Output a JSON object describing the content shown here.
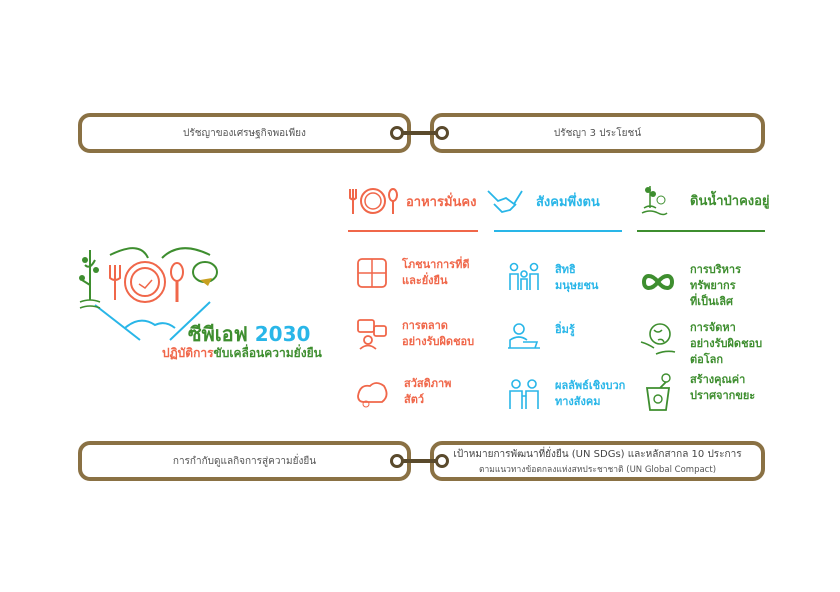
{
  "top": {
    "left": "ปรัชญาของเศรษฐกิจพอเพียง",
    "right": "ปรัชญา 3 ประโยชน์"
  },
  "bottom": {
    "left": "การกำกับดูแลกิจการสู่ความยั่งยืน",
    "right_line1": "เป้าหมายการพัฒนาที่ยั่งยืน (UN SDGs) และหลักสากล 10 ประการ",
    "right_line2": "ตามแนวทางข้อตกลงแห่งสหประชาชาติ  (UN Global Compact)"
  },
  "logo": {
    "title_th": "ซีพีเอฟ",
    "title_year": "2030",
    "sub_orange": "ปฏิบัติการ",
    "sub_green": "ขับเคลื่อนความยั่งยืน"
  },
  "colors": {
    "food": "#f0674a",
    "society": "#29b6e8",
    "env": "#3e8e2f",
    "frame": "#8a7144"
  },
  "pillars": [
    {
      "title": "อาหารมั่นคง",
      "items": [
        [
          "โภชนาการที่ดี",
          "และยั่งยืน"
        ],
        [
          "การตลาด",
          "อย่างรับผิดชอบ"
        ],
        [
          "สวัสดิภาพ",
          "สัตว์"
        ]
      ]
    },
    {
      "title": "สังคมพึ่งตน",
      "items": [
        [
          "สิทธิ",
          "มนุษยชน"
        ],
        [
          "อิ่มรู้"
        ],
        [
          "ผลลัพธ์เชิงบวก",
          "ทางสังคม"
        ]
      ]
    },
    {
      "title": "ดินน้ำป่าคงอยู่",
      "items": [
        [
          "การบริหาร",
          "ทรัพยากร",
          "ที่เป็นเลิศ"
        ],
        [
          "การจัดหา",
          "อย่างรับผิดชอบ",
          "ต่อโลก"
        ],
        [
          "สร้างคุณค่า",
          "ปราศจากขยะ"
        ]
      ]
    }
  ]
}
